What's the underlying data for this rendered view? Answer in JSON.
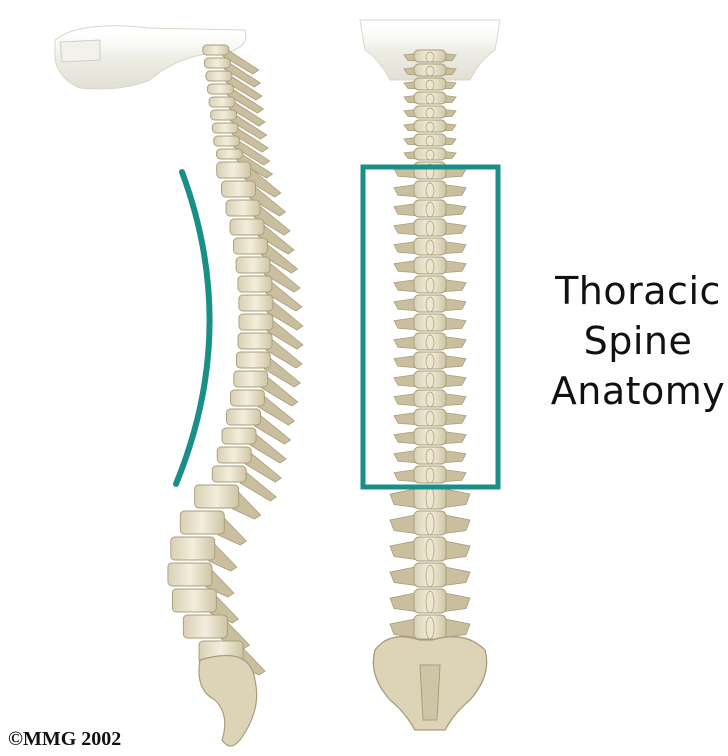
{
  "title": {
    "line1": "Thoracic",
    "line2": "Spine",
    "line3": "Anatomy"
  },
  "copyright": "©MMG 2002",
  "colors": {
    "highlight": "#1a8f87",
    "bone": "#ece5cf",
    "bone_shadow": "#c9bf9f",
    "bone_dark": "#a89c7a"
  },
  "figures": {
    "lateral_view": "side-view-spine",
    "posterior_view": "back-view-spine"
  }
}
